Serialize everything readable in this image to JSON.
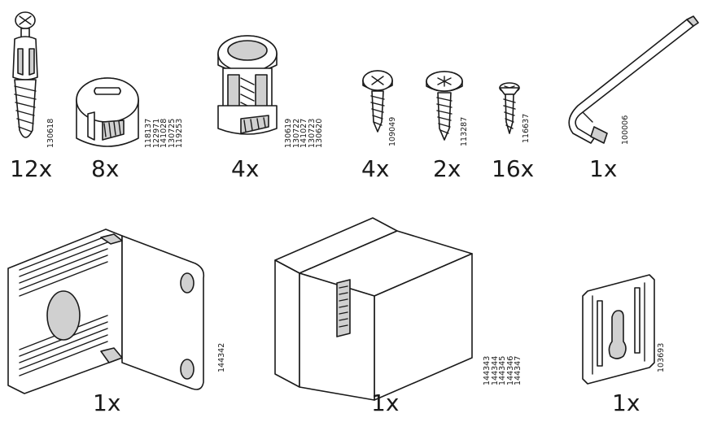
{
  "parts": [
    {
      "id": "cam-dowel",
      "quantity": "12x",
      "codes": [
        "130618"
      ],
      "icon": "cam-lock-dowel-icon"
    },
    {
      "id": "cam-lock-nut",
      "quantity": "8x",
      "codes": [
        "118137",
        "122971",
        "141028",
        "130725",
        "119253"
      ],
      "icon": "cam-lock-nut-icon"
    },
    {
      "id": "spring-cam-housing",
      "quantity": "4x",
      "codes": [
        "130619",
        "130722",
        "141027",
        "130723",
        "130620"
      ],
      "icon": "cam-housing-icon"
    },
    {
      "id": "pan-head-screw",
      "quantity": "4x",
      "codes": [
        "109049"
      ],
      "icon": "pan-head-screw-icon"
    },
    {
      "id": "large-pan-head-screw",
      "quantity": "2x",
      "codes": [
        "113287"
      ],
      "icon": "large-screw-icon"
    },
    {
      "id": "small-screw",
      "quantity": "16x",
      "codes": [
        "116637"
      ],
      "icon": "small-screw-icon"
    },
    {
      "id": "allen-key",
      "quantity": "1x",
      "codes": [
        "100006"
      ],
      "icon": "allen-key-icon"
    },
    {
      "id": "metal-angle-bracket",
      "quantity": "1x",
      "codes": [
        "144342"
      ],
      "icon": "angle-bracket-icon"
    },
    {
      "id": "wooden-corner-bracket",
      "quantity": "1x",
      "codes": [
        "144343",
        "144344",
        "144345",
        "144346",
        "144347"
      ],
      "icon": "corner-block-icon"
    },
    {
      "id": "keyhole-plate",
      "quantity": "1x",
      "codes": [
        "103693"
      ],
      "icon": "keyhole-plate-icon"
    }
  ]
}
